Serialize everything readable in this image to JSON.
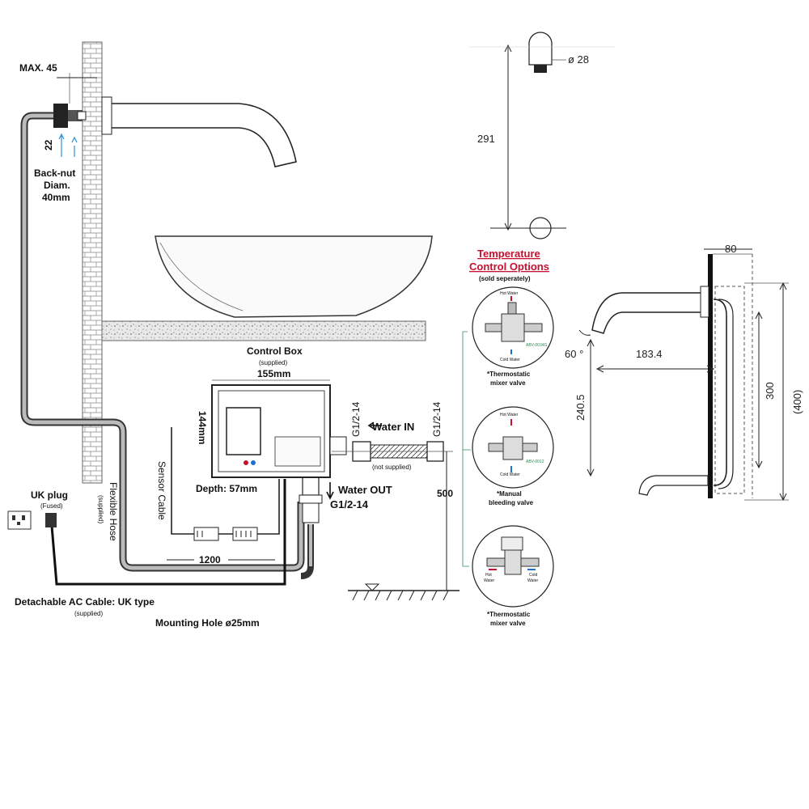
{
  "install": {
    "max_label": "MAX. 45",
    "dim_22": "22",
    "backnut_line1": "Back-nut",
    "backnut_line2": "Diam.",
    "backnut_line3": "40mm",
    "control_box": "Control Box",
    "control_box_sub": "(supplied)",
    "width_155": "155mm",
    "height_144": "144mm",
    "depth": "Depth: 57mm",
    "g12_left": "G1/2-14",
    "g12_right": "G1/2-14",
    "water_in": "Water IN",
    "not_supplied": "(not supplied)",
    "water_out": "Water OUT",
    "g12_out": "G1/2-14",
    "sensor_cable": "Sensor Cable",
    "flex_hose": "Flexible Hose",
    "flex_hose_sub": "(supplied)",
    "uk_plug": "UK plug",
    "fused": "(Fused)",
    "len_1200": "1200",
    "dim_500": "500",
    "ac_cable": "Detachable AC Cable: UK type",
    "ac_cable_sub": "(supplied)",
    "mounting_hole": "Mounting Hole ø25mm"
  },
  "top_view": {
    "dia": "ø 28",
    "len": "291"
  },
  "options": {
    "title1": "Temperature",
    "title2": "Control Options",
    "sub": "(sold seperately)",
    "opt1_a": "*Thermostatic",
    "opt1_b": "mixer valve",
    "opt2_a": "*Manual",
    "opt2_b": "bleeding valve",
    "opt3_a": "*Thermostatic",
    "opt3_b": "mixer valve",
    "hot_water": "Hot Water",
    "cold_water": "Cold Water",
    "code1": "ABV-0034G",
    "code2": "ABV-0012",
    "hot2": "Hot",
    "water2": "Water",
    "cold2": "Cold",
    "water3": "Water"
  },
  "side_view": {
    "d80": "80",
    "angle": "60 °",
    "d183": "183.4",
    "d240": "240.5",
    "d300": "300",
    "d400": "(400)"
  },
  "colors": {
    "accent_red": "#c8102e",
    "green": "#2e8b57",
    "blue": "#1f6fd1"
  }
}
